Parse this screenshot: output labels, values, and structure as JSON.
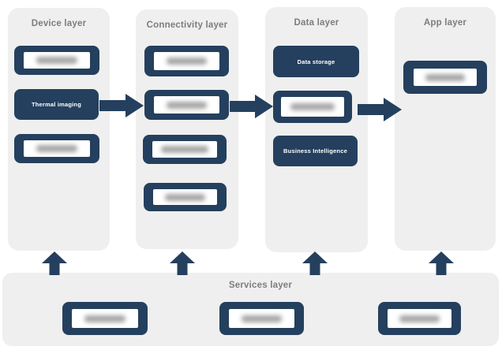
{
  "colors": {
    "navy": "#24405e",
    "panel": "#efefef",
    "heading": "#7d7d7d",
    "white": "#ffffff",
    "blur_bar": "#8f8f8f"
  },
  "columns": [
    {
      "title": "Device layer",
      "boxes": [
        {
          "type": "redacted"
        },
        {
          "type": "label",
          "label": "Thermal imaging"
        },
        {
          "type": "redacted"
        }
      ]
    },
    {
      "title": "Connectivity layer",
      "boxes": [
        {
          "type": "redacted"
        },
        {
          "type": "redacted"
        },
        {
          "type": "redacted"
        },
        {
          "type": "redacted"
        }
      ]
    },
    {
      "title": "Data layer",
      "boxes": [
        {
          "type": "label",
          "label": "Data storage"
        },
        {
          "type": "redacted"
        },
        {
          "type": "label",
          "label": "Business Intelligence"
        }
      ]
    },
    {
      "title": "App layer",
      "boxes": [
        {
          "type": "redacted"
        }
      ]
    }
  ],
  "services": {
    "title": "Services layer",
    "boxes": [
      {
        "type": "redacted"
      },
      {
        "type": "redacted"
      },
      {
        "type": "redacted"
      }
    ]
  }
}
